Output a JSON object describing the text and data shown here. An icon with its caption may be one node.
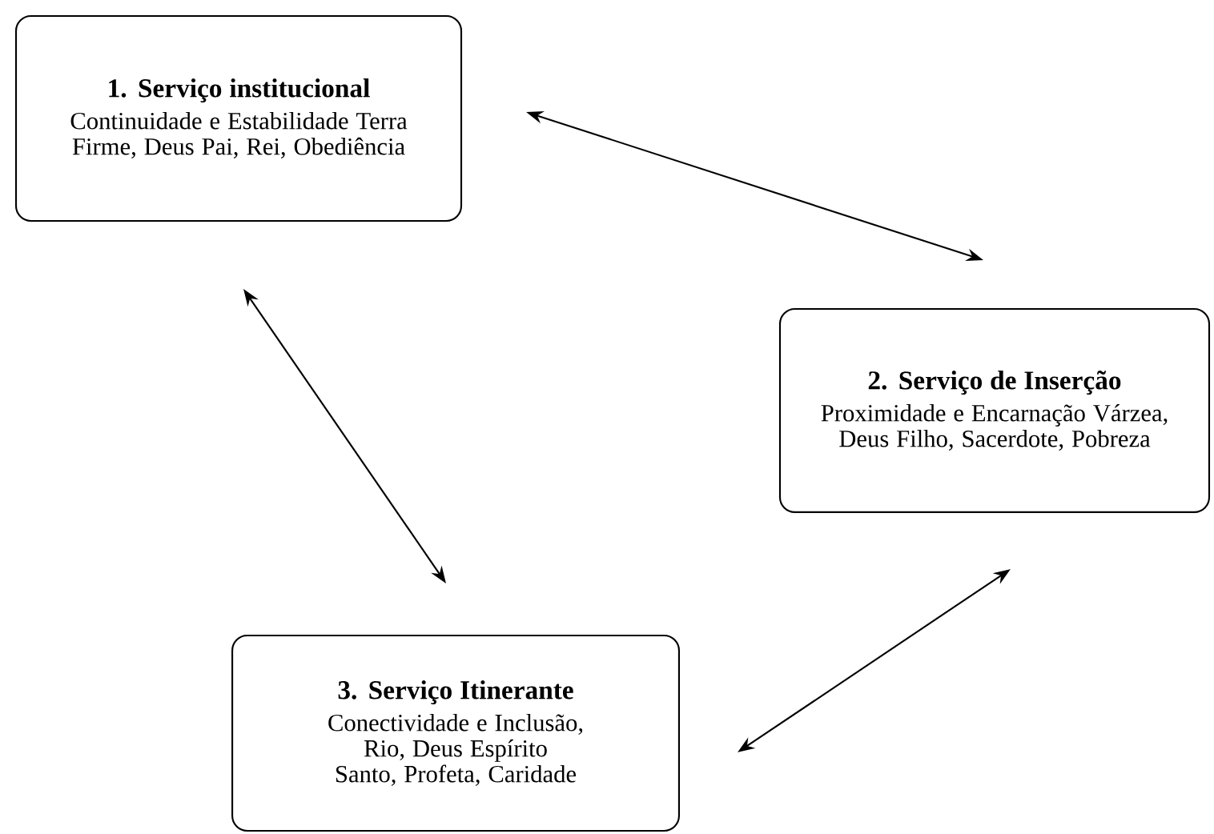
{
  "diagram": {
    "nodes": [
      {
        "text": [
          "1. Serviço institucional",
          "Continuidade e Estabilidade Terra Firme, Deus Pai, Rei, Obediência"
        ]
      },
      {
        "text": [
          "2. Serviço de Inserção",
          "Proximidade e Encarnação Várzea, Deus Filho, Sacerdote, Pobreza"
        ]
      },
      {
        "text": [
          "3. Serviço Itinerante",
          "Conectividade e Inclusão, Rio, Deus Espírito Santo, Profeta, Caridade"
        ]
      }
    ],
    "edges": [
      {
        "from": 0,
        "to": 1,
        "arrow": "both"
      },
      {
        "from": 0,
        "to": 2,
        "arrow": "both"
      },
      {
        "from": 1,
        "to": 2,
        "arrow": "both"
      }
    ]
  }
}
